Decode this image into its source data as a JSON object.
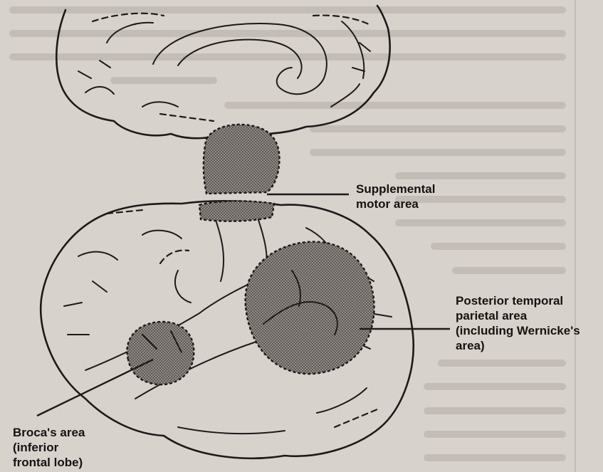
{
  "labels": {
    "supplemental_motor": "Supplemental\nmotor area",
    "posterior_temporal": "Posterior temporal\nparietal area\n(including Wernicke's\narea)",
    "broca": "Broca's area\n(inferior\nfrontal lobe)"
  },
  "colors": {
    "paper": "#d8d2cd",
    "ink": "#1d1a18",
    "stipple": "#6b6663"
  }
}
